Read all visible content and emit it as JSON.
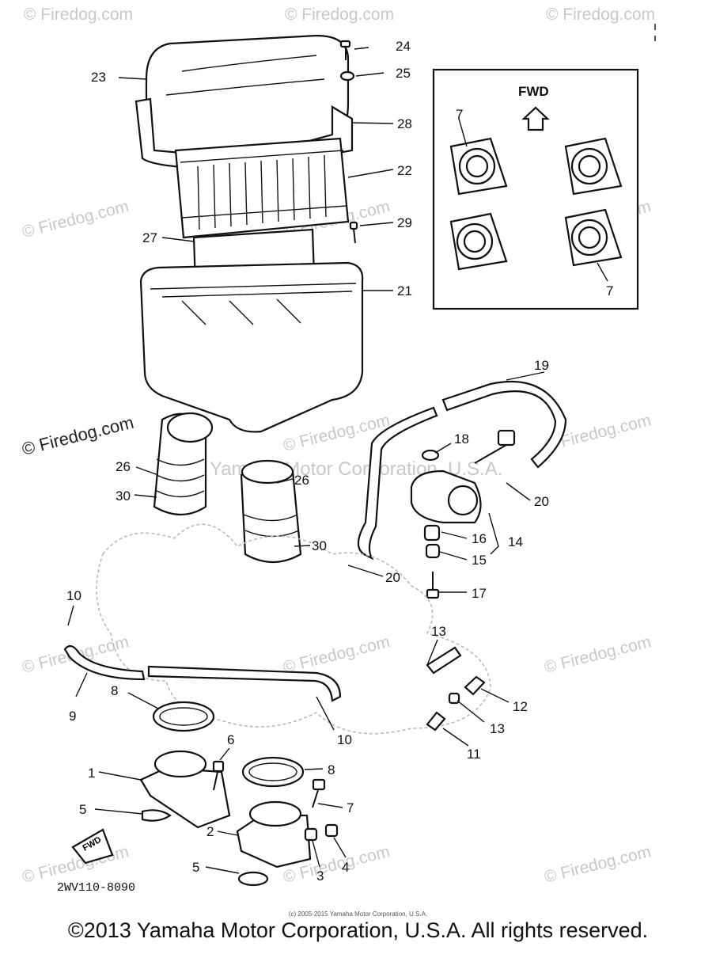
{
  "watermark": "© Firedog.com",
  "ghost_watermark": "Yamaha Motor Corporation, U.S.A.",
  "inset_label": "FWD",
  "fwd_tag": "FWD",
  "part_code": "2WV110-8090",
  "small_copyright": "(c) 2005-2015 Yamaha Motor Corporation, U.S.A.",
  "footer": "©2013 Yamaha Motor Corporation, U.S.A. All rights reserved.",
  "callouts": {
    "c24": "24",
    "c25": "25",
    "c23": "23",
    "c28": "28",
    "c22": "22",
    "c29": "29",
    "c27": "27",
    "c21": "21",
    "c7a": "7",
    "c7b": "7",
    "c19": "19",
    "c18": "18",
    "c26a": "26",
    "c26b": "26",
    "c30a": "30",
    "c30b": "30",
    "c20a": "20",
    "c20b": "20",
    "c16": "16",
    "c14": "14",
    "c15": "15",
    "c17": "17",
    "c10a": "10",
    "c10b": "10",
    "c9": "9",
    "c8a": "8",
    "c8b": "8",
    "c13a": "13",
    "c13b": "13",
    "c12": "12",
    "c11": "11",
    "c6": "6",
    "c1": "1",
    "c7c": "7",
    "c5a": "5",
    "c5b": "5",
    "c2": "2",
    "c3": "3",
    "c4": "4"
  }
}
